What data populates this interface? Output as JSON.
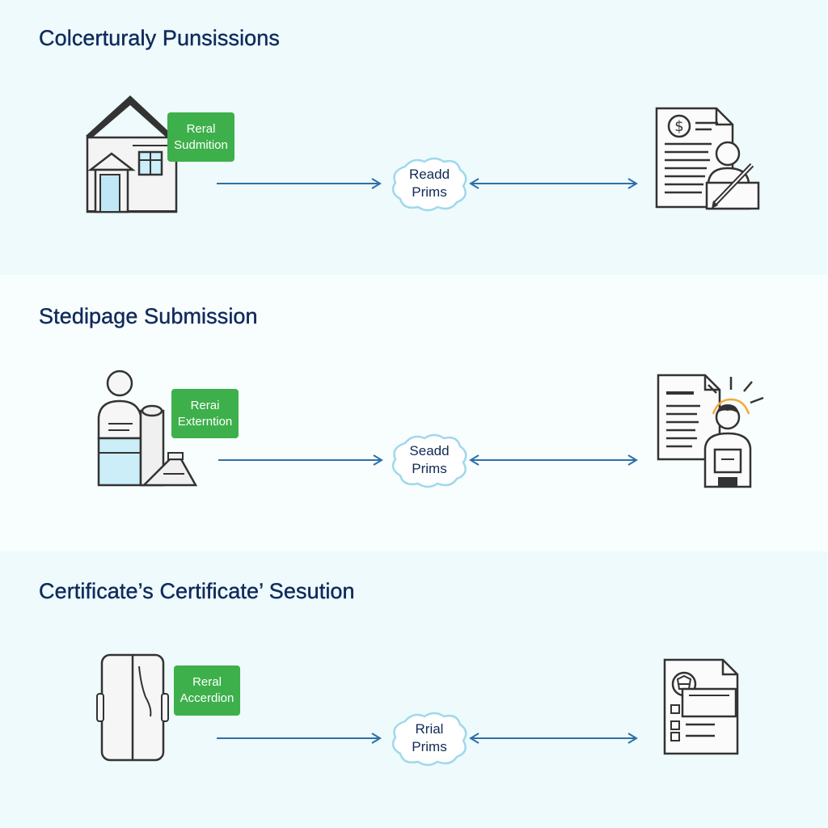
{
  "sections": [
    {
      "title": "Colcerturaly Punsissions",
      "left_icon": "house-icon",
      "tag": {
        "line1": "Reral",
        "line2": "Sudmition"
      },
      "cloud": {
        "line1": "Readd",
        "line2": "Prims"
      },
      "right_icon": "document-with-person-signing-icon"
    },
    {
      "title": "Stedipage Submission",
      "left_icon": "person-at-desk-icon",
      "tag": {
        "line1": "Rerai",
        "line2": "Externtion"
      },
      "cloud": {
        "line1": "Seadd",
        "line2": "Prims"
      },
      "right_icon": "document-with-person-idea-icon"
    },
    {
      "title": "Certificate’s Certificate’ Sesution",
      "left_icon": "cabinet-icon",
      "tag": {
        "line1": "Reral",
        "line2": "Accerdion"
      },
      "cloud": {
        "line1": "Rrial",
        "line2": "Prims"
      },
      "right_icon": "certificate-document-icon"
    }
  ],
  "colors": {
    "title": "#0f2a5c",
    "tag_bg": "#3db04b",
    "arrow": "#2e6fa8",
    "cloud_stroke": "#9fd8ec",
    "icon_stroke": "#333333",
    "icon_fill_blue": "#d6f1fb"
  }
}
